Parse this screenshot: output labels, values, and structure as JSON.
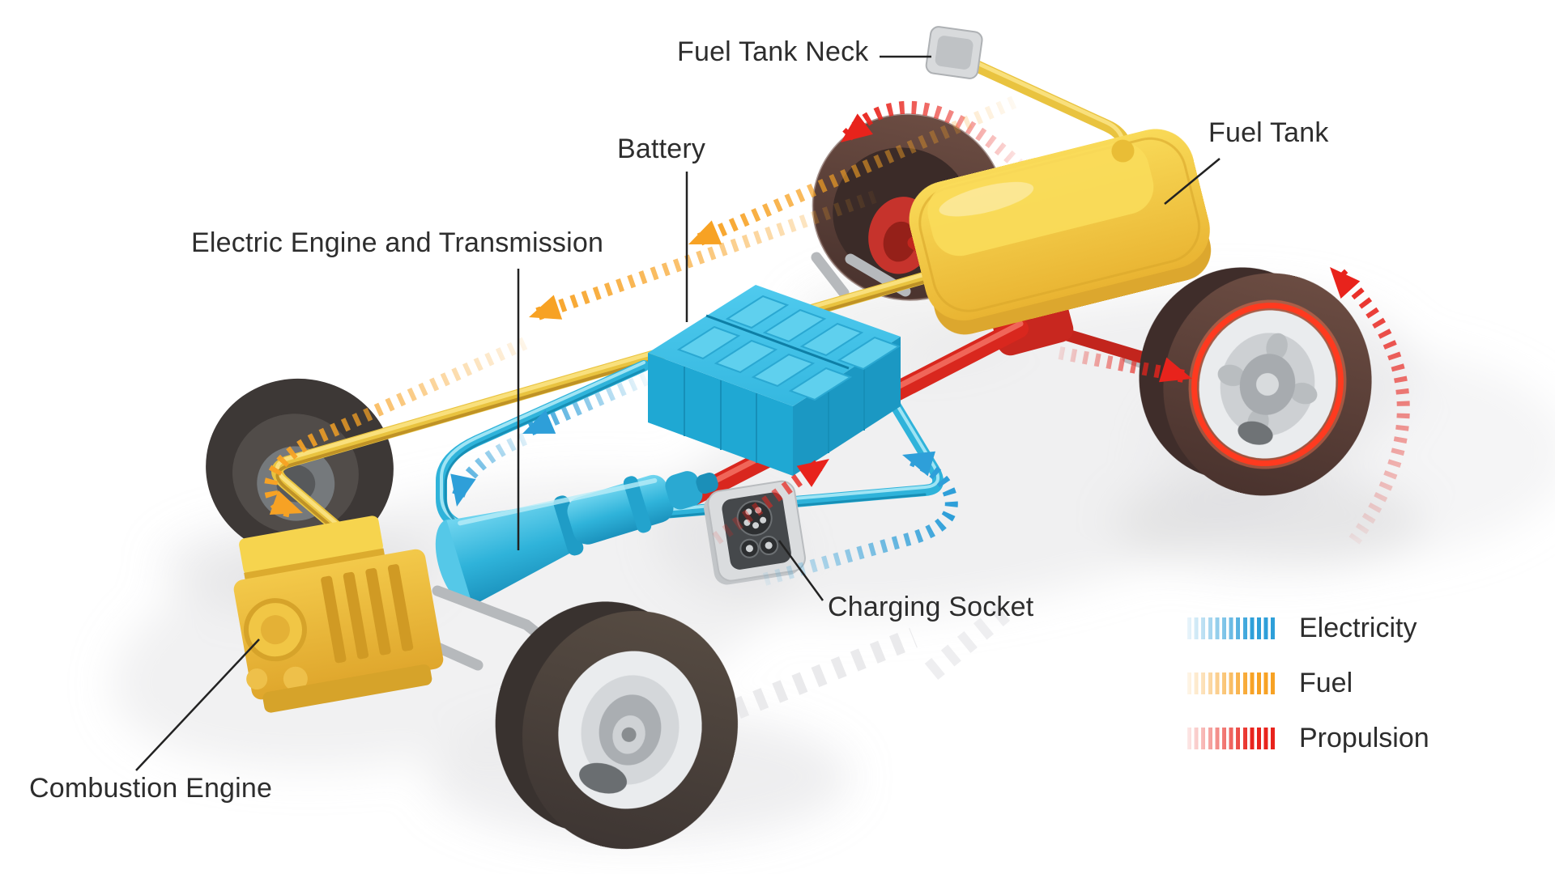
{
  "labels": {
    "fuel_tank_neck": "Fuel Tank Neck",
    "battery": "Battery",
    "electric_engine_and_transmission": "Electric Engine and Transmission",
    "fuel_tank": "Fuel Tank",
    "combustion_engine": "Combustion Engine",
    "charging_socket": "Charging Socket"
  },
  "legend": {
    "items": [
      {
        "label": "Electricity",
        "color": "#2E9FD9"
      },
      {
        "label": "Fuel",
        "color": "#F7A224"
      },
      {
        "label": "Propulsion",
        "color": "#E8231C"
      }
    ]
  },
  "colors": {
    "electricity": "#2E9FD9",
    "fuel": "#F7A224",
    "propulsion": "#E8231C",
    "tube_blue": "#2FB3DA",
    "battery_blue": "#2CB2DC",
    "tank_yellow": "#F2C33C",
    "tube_yellow": "#E9C33F",
    "engine_yellow": "#ECB83B",
    "drivetrain_red": "#D9271E",
    "tire_dark": "#474038",
    "tire_maroon": "#5C423C",
    "rim_silver": "#EAECEE",
    "chassis_grey": "#B6B9BC",
    "socket_grey": "#DADCDE",
    "label_text": "#2D2D2D",
    "ghost_grey": "#EAEAEC",
    "background": "#FFFFFF"
  }
}
